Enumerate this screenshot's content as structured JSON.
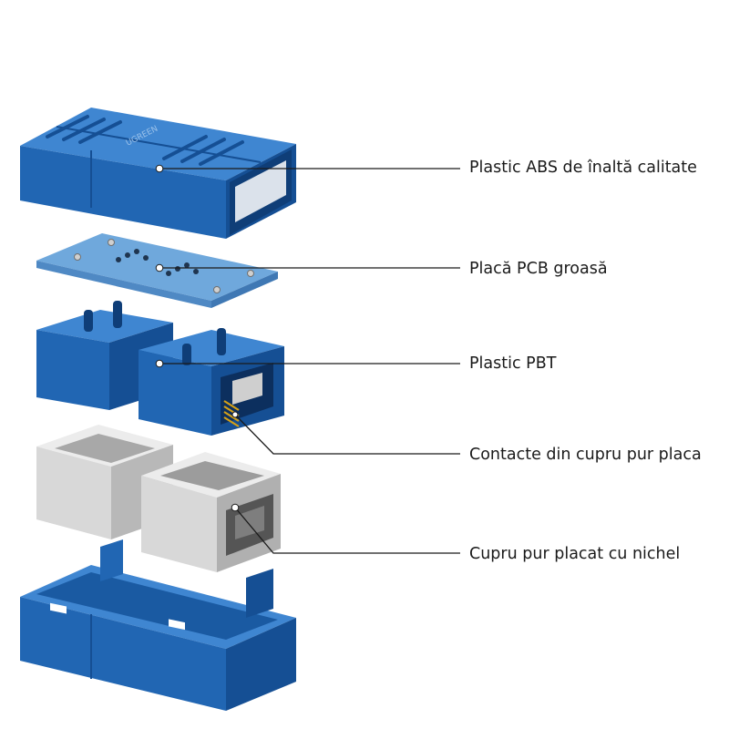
{
  "colors": {
    "background": "#ffffff",
    "blue": "#2166b3",
    "blue_dark": "#154f94",
    "blue_light": "#3f86d1",
    "pcb": "#6fa8dc",
    "metal": "#d8d8d8",
    "metal_dark": "#9c9c9c",
    "gold": "#d4a017",
    "leader_line": "#1a1a1a",
    "label_text": "#1a1a1a"
  },
  "brand_mark": "UGREEN",
  "callouts": [
    {
      "label": "Plastic ABS de înaltă calitate",
      "part": "top-shell-icon"
    },
    {
      "label": "Placă PCB groasă",
      "part": "pcb-board-icon"
    },
    {
      "label": "Plastic PBT",
      "part": "pbt-jack-block-icon"
    },
    {
      "label": "Contacte din cupru pur placa",
      "part": "copper-contacts-icon"
    },
    {
      "label": "Cupru pur placat cu nichel",
      "part": "nickel-shield-icon"
    }
  ]
}
